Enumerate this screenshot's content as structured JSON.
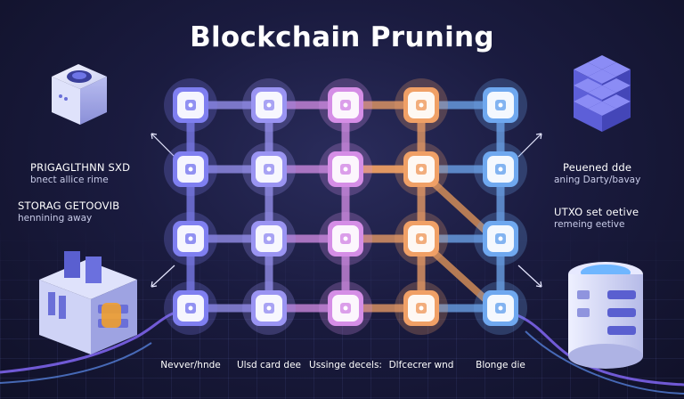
{
  "title": "Blockchain Pruning",
  "left_labels": [
    {
      "heading": "PRIGAGLTHNN SXD",
      "sub": "bnect allice rime"
    },
    {
      "heading": "STORAG GETOOVIB",
      "sub": "hennining away"
    }
  ],
  "right_labels": [
    {
      "heading": "Peuened dde",
      "sub": "aning Darty/bavay"
    },
    {
      "heading": "UTXO set oetive",
      "sub": "remeing eetive"
    }
  ],
  "column_labels": [
    "Nevver/hnde",
    "Ulsd card dee",
    "Ussinge decels:",
    "Dlfcecrer wnd",
    "Blonge die"
  ],
  "colors": {
    "background": "#1a1b3f",
    "column_1": "#7f7ff0",
    "column_2": "#9a94f2",
    "column_3": "#d58ee6",
    "column_4": "#f0a066",
    "column_5": "#6fa8ef",
    "pruned_path": "#e89a5a",
    "cables": "#8a6cf0"
  },
  "icons": [
    "server-cube-icon",
    "block-cluster-icon",
    "server-machine-icon",
    "database-server-icon"
  ]
}
